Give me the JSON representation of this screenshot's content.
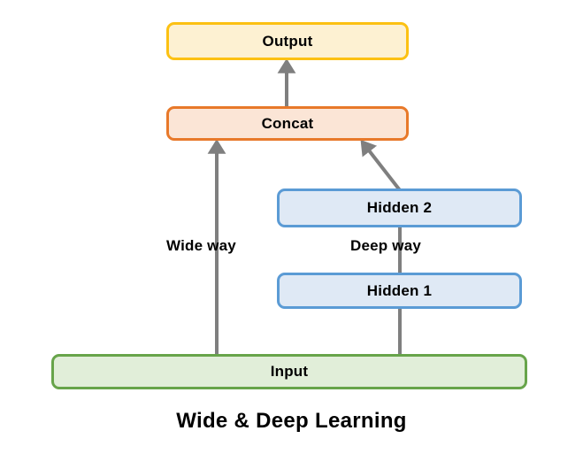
{
  "diagram": {
    "title": "Wide & Deep Learning",
    "nodes": [
      {
        "id": "output",
        "label": "Output",
        "fill": "#fdf1d2",
        "stroke": "#fcc113"
      },
      {
        "id": "concat",
        "label": "Concat",
        "fill": "#fbe5d6",
        "stroke": "#e8792a"
      },
      {
        "id": "hidden2",
        "label": "Hidden 2",
        "fill": "#dfe9f5",
        "stroke": "#5b9bd5"
      },
      {
        "id": "hidden1",
        "label": "Hidden 1",
        "fill": "#dfe9f5",
        "stroke": "#5b9bd5"
      },
      {
        "id": "input",
        "label": "Input",
        "fill": "#e1eed9",
        "stroke": "#67a44a"
      }
    ],
    "path_labels": [
      {
        "id": "wide",
        "label": "Wide way"
      },
      {
        "id": "deep",
        "label": "Deep way"
      }
    ],
    "edges": [
      {
        "id": "concat-to-output",
        "from": "concat",
        "to": "output"
      },
      {
        "id": "hidden2-to-concat",
        "from": "hidden2",
        "to": "concat"
      },
      {
        "id": "input-to-concat",
        "from": "input",
        "to": "concat"
      },
      {
        "id": "input-to-hidden1",
        "from": "input",
        "to": "hidden1"
      },
      {
        "id": "hidden1-to-hidden2",
        "from": "hidden1",
        "to": "hidden2"
      }
    ],
    "arrow_color": "#7f7f7f",
    "background": "#ffffff"
  }
}
